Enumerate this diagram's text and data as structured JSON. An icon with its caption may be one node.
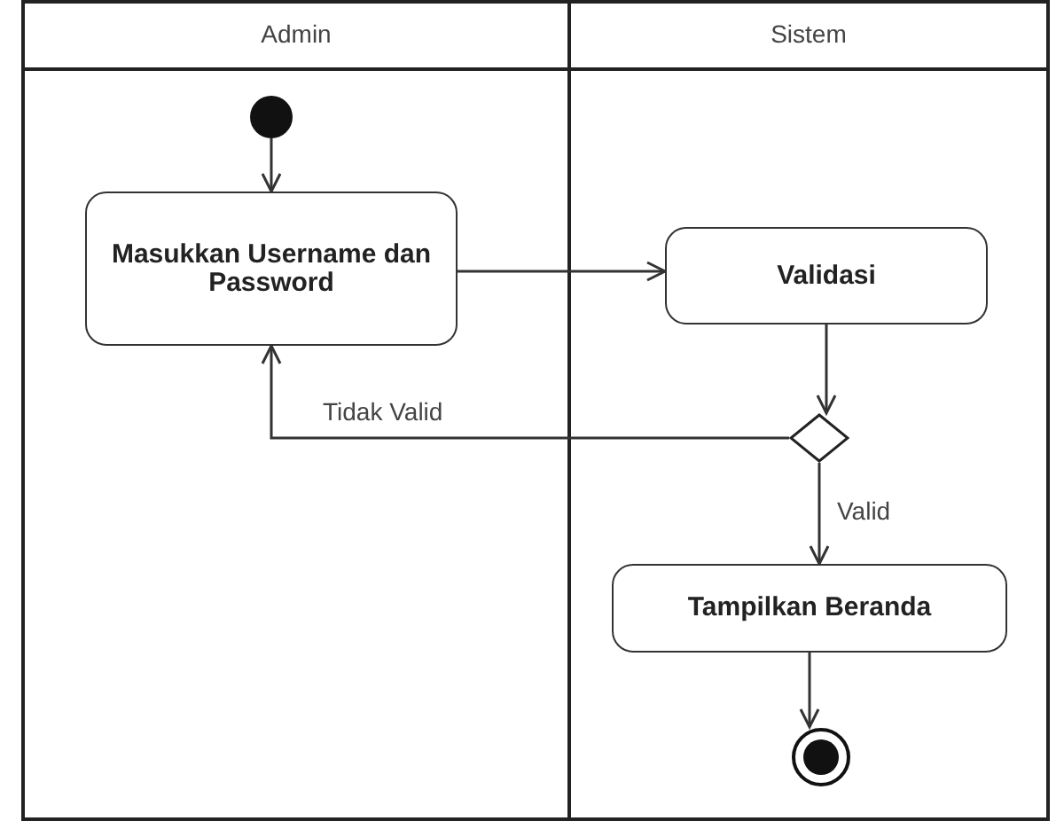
{
  "diagram": {
    "nodes": [
      {
        "text": [
          "Admin"
        ]
      },
      {
        "text": [
          "Sistem"
        ]
      },
      {
        "text": [],
        "shape": "circle",
        "in": 0
      },
      {
        "text": [
          "Masukkan Username dan Password"
        ],
        "in": 0
      },
      {
        "text": [
          "Validasi"
        ],
        "in": 1
      },
      {
        "text": [],
        "shape": "diamond",
        "in": 1
      },
      {
        "text": [
          "Tampilkan Beranda"
        ],
        "in": 1
      },
      {
        "text": [],
        "shape": "circle",
        "in": 1
      }
    ],
    "edges": [
      {
        "from": 2,
        "to": 3,
        "arrow": "to"
      },
      {
        "from": 3,
        "to": 4,
        "arrow": "to"
      },
      {
        "from": 4,
        "to": 5,
        "arrow": "to"
      },
      {
        "from": 5,
        "to": 3,
        "arrow": "to",
        "label": "Tidak Valid"
      },
      {
        "from": 5,
        "to": 6,
        "arrow": "to",
        "label": "Valid"
      },
      {
        "from": 6,
        "to": 7,
        "arrow": "to"
      }
    ]
  }
}
